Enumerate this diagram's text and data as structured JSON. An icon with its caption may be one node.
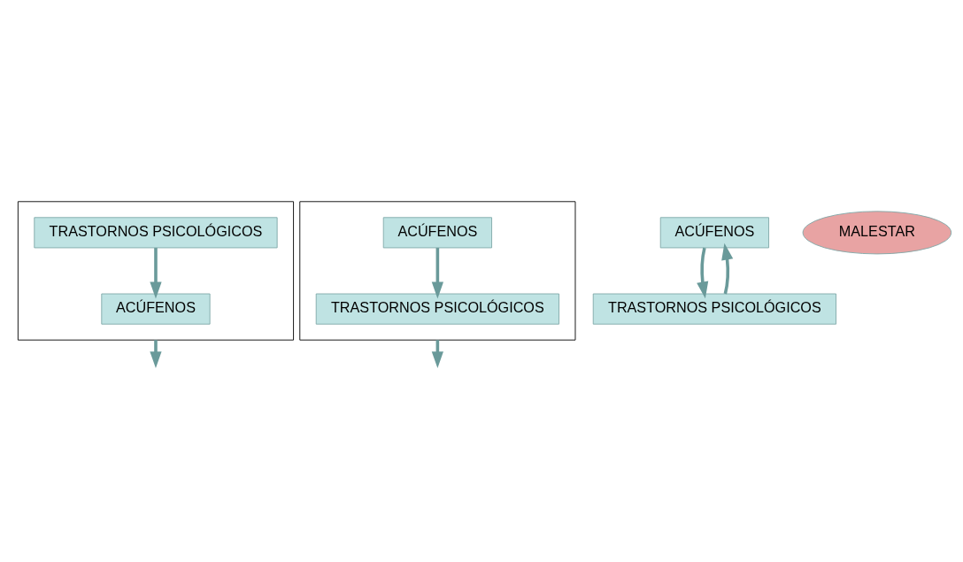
{
  "diagram": {
    "nodes": [
      {
        "text": [],
        "shape": "box"
      },
      {
        "text": [
          "TRASTORNOS PSICOLÓGICOS"
        ],
        "in": 0
      },
      {
        "text": [
          "ACÚFENOS"
        ],
        "in": 0
      },
      {
        "text": [],
        "shape": "box"
      },
      {
        "text": [
          "ACÚFENOS"
        ],
        "in": 3
      },
      {
        "text": [
          "TRASTORNOS PSICOLÓGICOS"
        ],
        "in": 3
      },
      {
        "text": [
          "ACÚFENOS"
        ]
      },
      {
        "text": [
          "MALESTAR"
        ]
      },
      {
        "text": [
          "TRASTORNOS PSICOLÓGICOS"
        ]
      }
    ],
    "edges": [
      {
        "from": 1,
        "to": 2,
        "arrow": "to"
      },
      {
        "from": 4,
        "to": 5,
        "arrow": "to"
      },
      {
        "from": 0,
        "to": null,
        "arrow": "to"
      },
      {
        "from": 3,
        "to": null,
        "arrow": "to"
      },
      {
        "from": 6,
        "to": 8,
        "arrow": "to"
      },
      {
        "from": 8,
        "to": 6,
        "arrow": "to"
      }
    ]
  }
}
